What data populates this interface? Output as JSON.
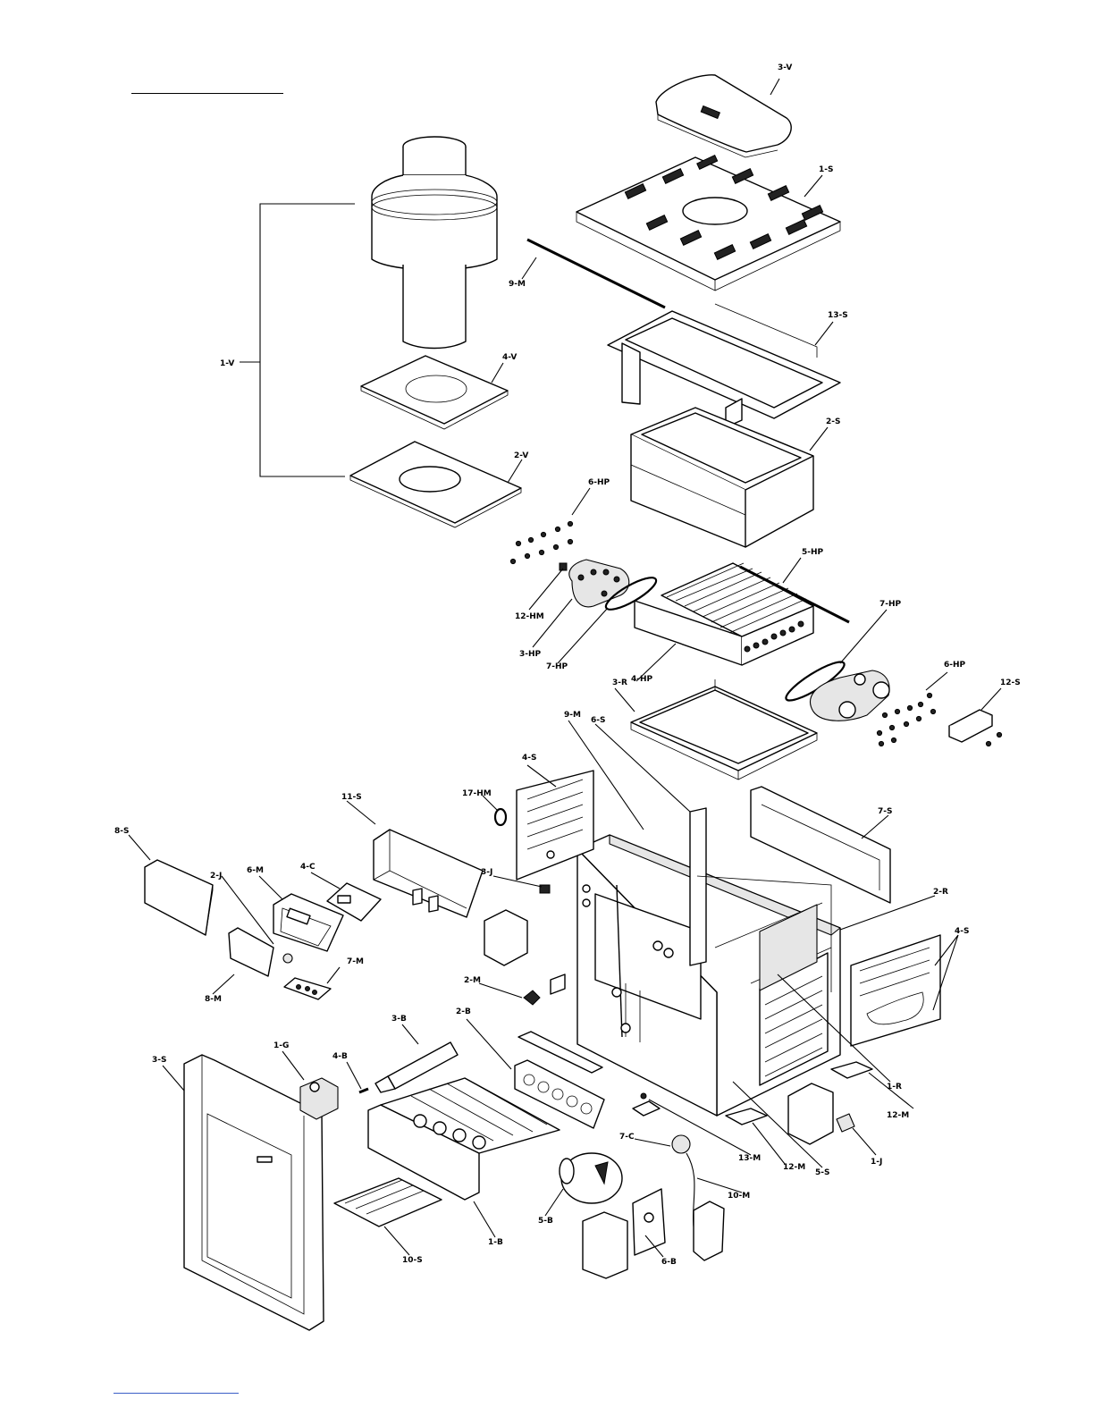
{
  "labels": {
    "1_V": "1-V",
    "2_V": "2-V",
    "3_V": "3-V",
    "4_V": "4-V",
    "1_S": "1-S",
    "2_S": "2-S",
    "3_S": "3-S",
    "4_S_a": "4-S",
    "4_S_b": "4-S",
    "5_S": "5-S",
    "6_S": "6-S",
    "7_S": "7-S",
    "8_S": "8-S",
    "10_S": "10-S",
    "11_S": "11-S",
    "12_S": "12-S",
    "13_S": "13-S",
    "3_HP": "3-HP",
    "4_HP": "4-HP",
    "5_HP": "5-HP",
    "6_HP_a": "6-HP",
    "6_HP_b": "6-HP",
    "7_HP_a": "7-HP",
    "7_HP_b": "7-HP",
    "12_HM": "12-HM",
    "17_HM": "17-HM",
    "9_M_a": "9-M",
    "9_M_b": "9-M",
    "2_M": "2-M",
    "6_M": "6-M",
    "7_M": "7-M",
    "8_M": "8-M",
    "10_M": "10-M",
    "12_M_a": "12-M",
    "12_M_b": "12-M",
    "13_M": "13-M",
    "1_R": "1-R",
    "2_R": "2-R",
    "3_R": "3-R",
    "1_J": "1-J",
    "2_J": "2-J",
    "3_J": "3-J",
    "4_C": "4-C",
    "7_C": "7-C",
    "1_G": "1-G",
    "1_B": "1-B",
    "2_B": "2-B",
    "3_B": "3-B",
    "4_B": "4-B",
    "5_B": "5-B",
    "6_B": "6-B"
  }
}
